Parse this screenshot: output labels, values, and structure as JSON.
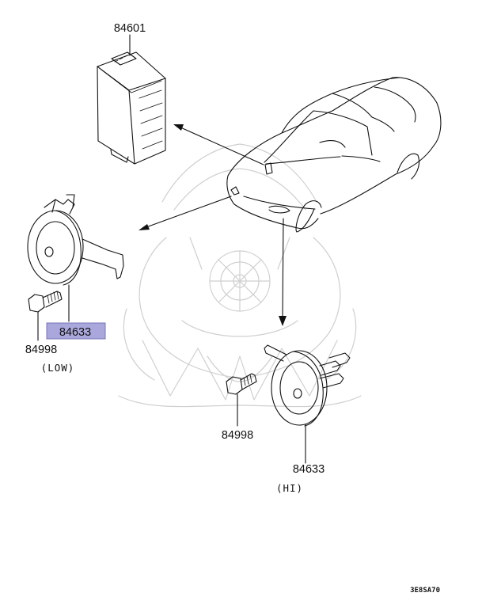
{
  "parts": {
    "control_unit": {
      "number": "84601"
    },
    "horn_low": {
      "number": "84633",
      "variant": "(LOW)"
    },
    "bolt_low": {
      "number": "84998"
    },
    "bolt_hi": {
      "number": "84998"
    },
    "horn_hi": {
      "number": "84633",
      "variant": "(HI)"
    }
  },
  "diagram_code": "3E8SA70",
  "colors": {
    "highlight_fill": "#a9a7dc",
    "highlight_stroke": "#7674b8",
    "watermark": "#cfcfcf",
    "line": "#111111"
  }
}
